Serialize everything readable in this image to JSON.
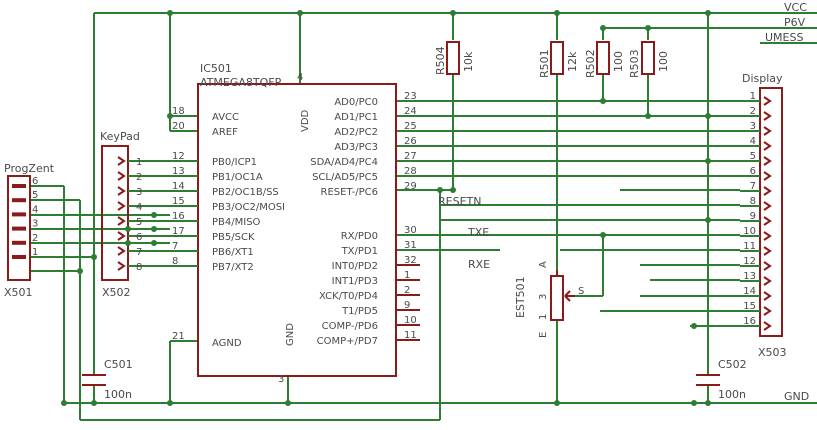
{
  "schematic": {
    "nets": {
      "vcc": "VCC",
      "p6v": "P6V",
      "umess": "UMESS",
      "gnd": "GND",
      "resetn": "RESETN",
      "txe": "TXE",
      "rxe": "RXE"
    },
    "ic": {
      "name": "IC501",
      "value": "ATMEGA8TQFP",
      "vdd": "VDD",
      "gnd": "GND",
      "vdd_pin": "4",
      "gnd_pin": "3",
      "left_top": [
        {
          "num": "18",
          "name": "AVCC"
        },
        {
          "num": "20",
          "name": "AREF"
        }
      ],
      "left_pb": [
        {
          "num": "12",
          "name": "PB0/ICP1"
        },
        {
          "num": "13",
          "name": "PB1/OC1A"
        },
        {
          "num": "14",
          "name": "PB2/OC1B/SS"
        },
        {
          "num": "15",
          "name": "PB3/OC2/MOSI"
        },
        {
          "num": "16",
          "name": "PB4/MISO"
        },
        {
          "num": "17",
          "name": "PB5/SCK"
        },
        {
          "num": "7",
          "name": "PB6/XT1"
        },
        {
          "num": "8",
          "name": "PB7/XT2"
        }
      ],
      "agnd": {
        "num": "21",
        "name": "AGND"
      },
      "right_pc": [
        {
          "num": "23",
          "name": "AD0/PC0"
        },
        {
          "num": "24",
          "name": "AD1/PC1"
        },
        {
          "num": "25",
          "name": "AD2/PC2"
        },
        {
          "num": "26",
          "name": "AD3/PC3"
        },
        {
          "num": "27",
          "name": "SDA/AD4/PC4"
        },
        {
          "num": "28",
          "name": "SCL/AD5/PC5"
        },
        {
          "num": "29",
          "name": "RESET-/PC6"
        }
      ],
      "right_pd": [
        {
          "num": "30",
          "name": "RX/PD0"
        },
        {
          "num": "31",
          "name": "TX/PD1"
        },
        {
          "num": "32",
          "name": "INT0/PD2"
        },
        {
          "num": "1",
          "name": "INT1/PD3"
        },
        {
          "num": "2",
          "name": "XCK/T0/PD4"
        },
        {
          "num": "9",
          "name": "T1/PD5"
        },
        {
          "num": "10",
          "name": "COMP-/PD6"
        },
        {
          "num": "11",
          "name": "COMP+/PD7"
        }
      ]
    },
    "keypad": {
      "ref": "X502",
      "title": "KeyPad",
      "pins": [
        "1",
        "2",
        "3",
        "4",
        "5",
        "6",
        "7",
        "8"
      ]
    },
    "progzent": {
      "ref": "X501",
      "title": "ProgZent",
      "pins": [
        "6",
        "5",
        "4",
        "3",
        "2",
        "1"
      ]
    },
    "display": {
      "ref": "X503",
      "title": "Display",
      "pins": [
        "1",
        "2",
        "3",
        "4",
        "5",
        "6",
        "7",
        "8",
        "9",
        "10",
        "11",
        "12",
        "13",
        "14",
        "15",
        "16"
      ]
    },
    "resistors": [
      {
        "ref": "R504",
        "value": "10k"
      },
      {
        "ref": "R501",
        "value": "12k"
      },
      {
        "ref": "R502",
        "value": "100"
      },
      {
        "ref": "R503",
        "value": "100"
      }
    ],
    "pot": {
      "ref": "EST501",
      "pin_a": "A",
      "pin_e": "E",
      "pin_s": "S",
      "n3": "3",
      "n1": "1"
    },
    "caps": [
      {
        "ref": "C501",
        "value": "100n"
      },
      {
        "ref": "C502",
        "value": "100n"
      }
    ]
  },
  "colors": {
    "wire": "#2e7d32",
    "part": "#8b1a1a",
    "text": "#4a4a4a",
    "junction": "#2e7d32"
  }
}
